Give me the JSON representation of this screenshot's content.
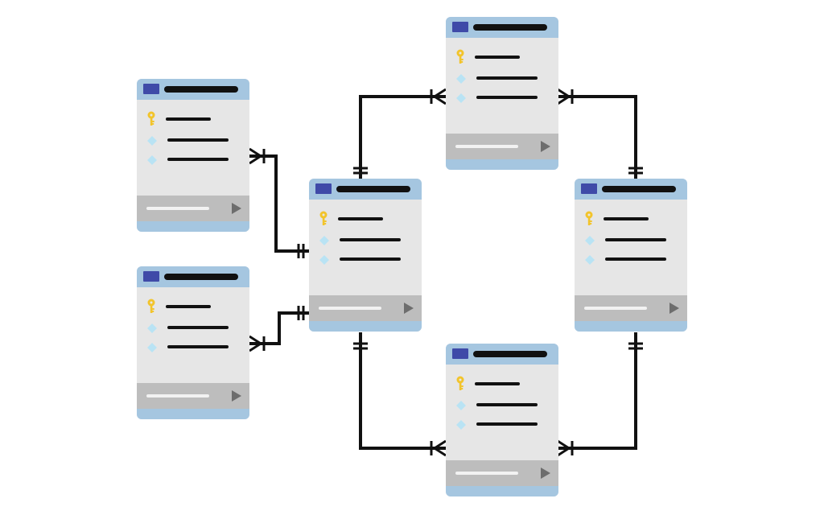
{
  "colors": {
    "background": "#ffffff",
    "header": "#a5c6e0",
    "header_square": "#3f4aa8",
    "title_bar": "#111111",
    "body": "#e6e6e6",
    "footer": "#bdbdbd",
    "footer_line": "#f2f2f2",
    "play_arrow": "#6d6d6d",
    "key": "#f2c42b",
    "diamond": "#b9e3f4",
    "connector": "#111111"
  },
  "tables": [
    {
      "id": "left-top",
      "rows": [
        "key-icon",
        "diamond-icon",
        "diamond-icon"
      ]
    },
    {
      "id": "left-bottom",
      "rows": [
        "key-icon",
        "diamond-icon",
        "diamond-icon"
      ]
    },
    {
      "id": "center",
      "rows": [
        "key-icon",
        "diamond-icon",
        "diamond-icon"
      ]
    },
    {
      "id": "top",
      "rows": [
        "key-icon",
        "diamond-icon",
        "diamond-icon"
      ]
    },
    {
      "id": "right",
      "rows": [
        "key-icon",
        "diamond-icon",
        "diamond-icon"
      ]
    },
    {
      "id": "bottom",
      "rows": [
        "key-icon",
        "diamond-icon",
        "diamond-icon"
      ]
    }
  ],
  "relationships": [
    {
      "from": "center",
      "to": "left-top",
      "from_end": "one",
      "to_end": "many"
    },
    {
      "from": "center",
      "to": "left-bottom",
      "from_end": "one",
      "to_end": "many"
    },
    {
      "from": "center",
      "to": "top",
      "from_end": "one",
      "to_end": "many"
    },
    {
      "from": "right",
      "to": "top",
      "from_end": "one",
      "to_end": "many"
    },
    {
      "from": "center",
      "to": "bottom",
      "from_end": "one",
      "to_end": "many"
    },
    {
      "from": "right",
      "to": "bottom",
      "from_end": "one",
      "to_end": "many"
    }
  ]
}
